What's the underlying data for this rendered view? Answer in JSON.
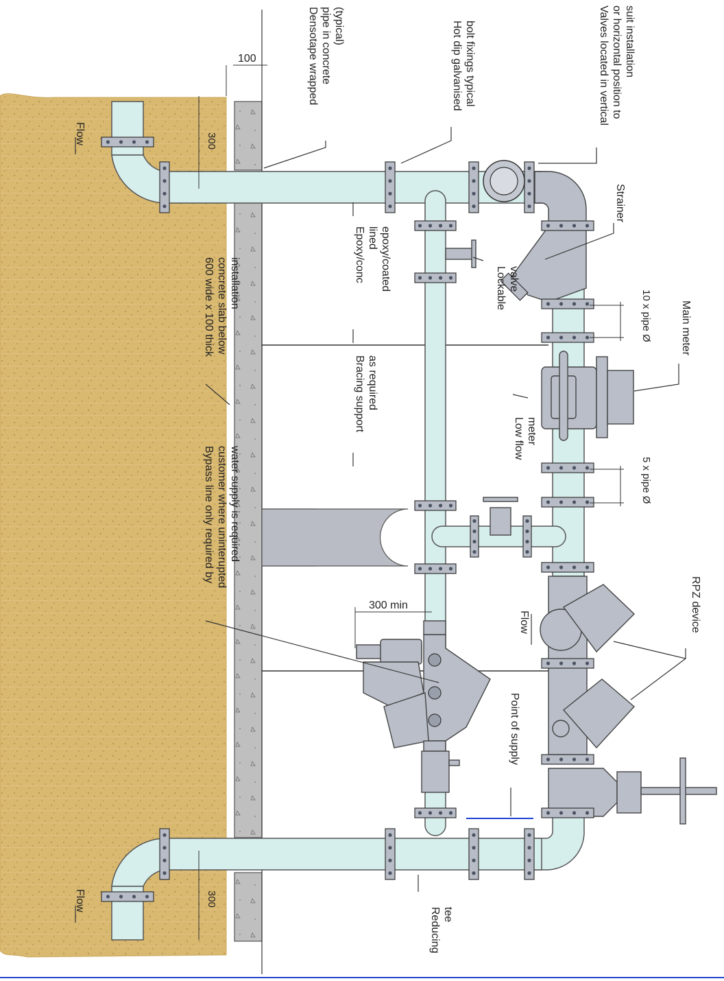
{
  "colors": {
    "soil": "#d9b870",
    "pipe": "#d6eeec",
    "metal": "#b9bec8",
    "concrete": "#bfbfbf",
    "supply_line": "#1f3fd0"
  },
  "labels": {
    "valves_located": [
      "Valves located in vertical",
      "or horizontal position to",
      "suit installation"
    ],
    "hot_dip": [
      "Hot dip galvanised",
      "bolt fixings typical"
    ],
    "densotape": [
      "Densotape wrapped",
      "pipe in concrete",
      "(typical)"
    ],
    "strainer": "Strainer",
    "main_meter": "Main meter",
    "ten_pipe": "10 x pipe Ø",
    "five_pipe": "5 x pipe Ø",
    "low_flow": [
      "Low flow",
      "meter"
    ],
    "lockable": [
      "Lockable",
      "valve"
    ],
    "epoxy": [
      "Epoxy/conc",
      "lined",
      "epoxy/coated"
    ],
    "bracing": [
      "Bracing support",
      "as required"
    ],
    "slab": [
      "600 wide x 100 thick",
      "concrete slab below",
      "installation"
    ],
    "bypass": [
      "Bypass line only required by",
      "customer where uninterupted",
      "water supply is required"
    ],
    "rpz": "RPZ device",
    "flow_top": "Flow",
    "flow_mid": "Flow",
    "flow_bottom": "Flow",
    "min300": "300 min",
    "point_supply": "Point of supply",
    "reducing": [
      "Reducing",
      "tee"
    ],
    "dim100": "100",
    "dim300_top": "300",
    "dim300_bottom": "300"
  }
}
